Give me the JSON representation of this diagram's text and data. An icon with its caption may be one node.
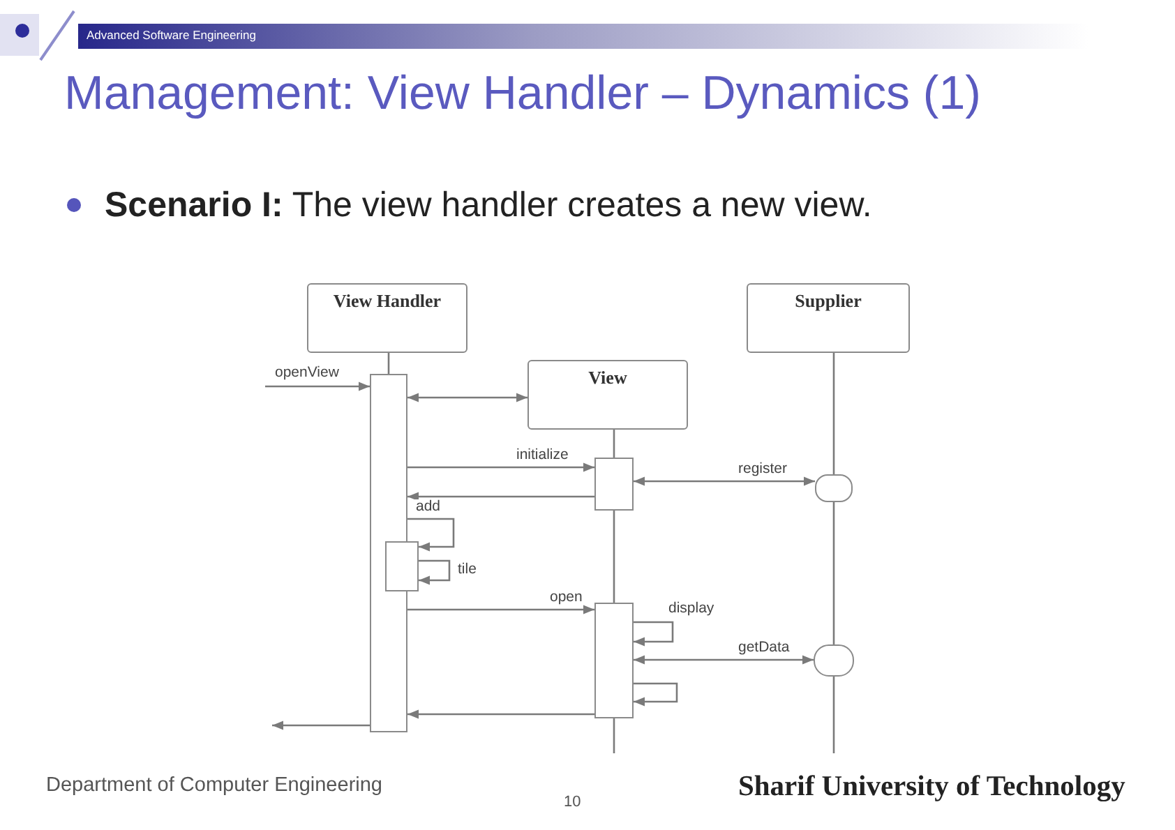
{
  "diagram": {
    "title": "Management: View Handler – Dynamics (1)",
    "nodes": [
      {
        "text": [
          "View Handler"
        ]
      },
      {
        "text": [
          "View"
        ]
      },
      {
        "text": [
          "Supplier"
        ]
      },
      {
        "text": [],
        "shape": "bar"
      },
      {
        "text": [],
        "shape": "bar"
      },
      {
        "text": [],
        "shape": "bar"
      },
      {
        "text": [],
        "shape": "bar"
      },
      {
        "text": [],
        "shape": "bar"
      },
      {
        "text": [],
        "shape": "bar"
      }
    ],
    "edges": [
      {
        "from": null,
        "to": 3,
        "arrow": "to",
        "label": "openView"
      },
      {
        "from": 3,
        "to": 1,
        "arrow": "both"
      },
      {
        "from": 3,
        "to": 5,
        "arrow": "to",
        "label": "initialize"
      },
      {
        "from": 5,
        "to": 6,
        "arrow": "both",
        "label": "register"
      },
      {
        "from": 5,
        "to": 3,
        "arrow": "to"
      },
      {
        "from": 3,
        "to": 4,
        "arrow": "to",
        "label": "add"
      },
      {
        "from": 4,
        "to": 4,
        "arrow": "to",
        "label": "tile"
      },
      {
        "from": 3,
        "to": 7,
        "arrow": "to",
        "label": "open"
      },
      {
        "from": 7,
        "to": 7,
        "arrow": "to",
        "label": "display"
      },
      {
        "from": 7,
        "to": 8,
        "arrow": "both",
        "label": "getData"
      },
      {
        "from": 7,
        "to": 7,
        "arrow": "to"
      },
      {
        "from": 7,
        "to": 3,
        "arrow": "to"
      },
      {
        "from": 3,
        "to": null,
        "arrow": "to"
      },
      {
        "from": 0,
        "to": 3,
        "arrow": "none"
      },
      {
        "from": 1,
        "to": 5,
        "arrow": "none"
      },
      {
        "from": 5,
        "to": 7,
        "arrow": "none"
      },
      {
        "from": 7,
        "to": null,
        "arrow": "none"
      },
      {
        "from": 2,
        "to": 6,
        "arrow": "none"
      },
      {
        "from": 6,
        "to": 8,
        "arrow": "none"
      },
      {
        "from": 8,
        "to": null,
        "arrow": "none"
      }
    ],
    "labels": [
      "Advanced Software Engineering",
      "**Scenario I:** The view handler creates a new view.",
      "Department of Computer Engineering",
      "10",
      "Sharif University of Technology"
    ]
  }
}
